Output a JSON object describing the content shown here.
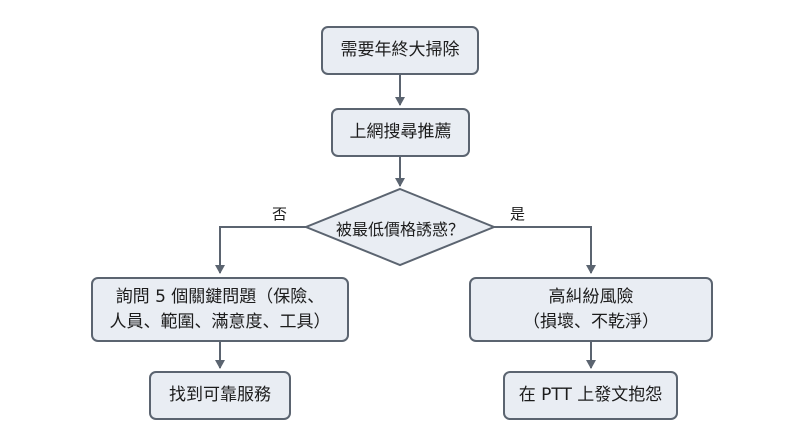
{
  "nodes": {
    "start": "需要年終大掃除",
    "search": "上網搜尋推薦",
    "decision": "被最低價格誘惑？",
    "ask_line1": "詢問 5 個關鍵問題（保險、",
    "ask_line2": "人員、範圍、滿意度、工具）",
    "high_risk_line1": "高糾紛風險",
    "high_risk_line2": "（損壞、不乾淨）",
    "find_reliable": "找到可靠服務",
    "complain": "在 PTT 上發文抱怨"
  },
  "labels": {
    "no": "否",
    "yes": "是"
  },
  "colors": {
    "node_fill": "#e9edf3",
    "node_border": "#5b6470",
    "arrow": "#5b6470"
  }
}
